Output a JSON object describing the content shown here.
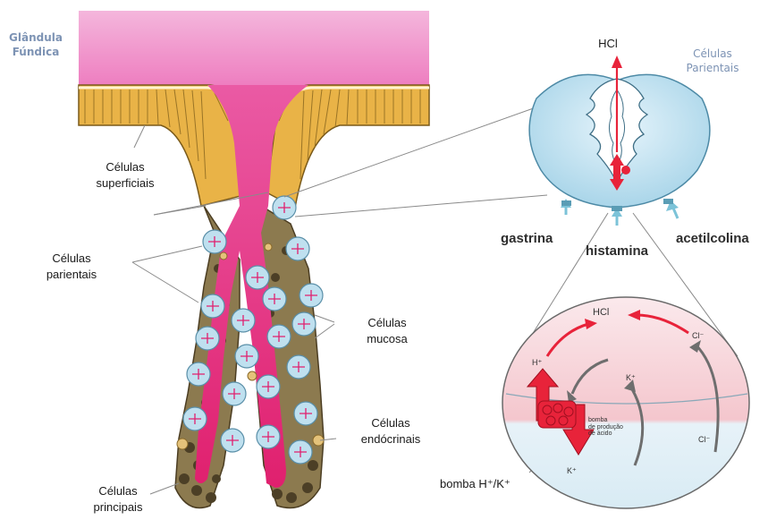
{
  "title": {
    "line1": "Glândula",
    "line2": "Fúndica"
  },
  "left_labels": {
    "superficiais": {
      "line1": "Células",
      "line2": "superficiais"
    },
    "parientais": {
      "line1": "Células",
      "line2": "parientais"
    },
    "mucosa": {
      "line1": "Células",
      "line2": "mucosa"
    },
    "endocrinais": {
      "line1": "Células",
      "line2": "endócrinais"
    },
    "principais": {
      "line1": "Células",
      "line2": "principais"
    }
  },
  "right_top": {
    "hcl": "HCl",
    "title": {
      "line1": "Células",
      "line2": "Parientais"
    },
    "stimuli": [
      "gastrina",
      "histamina",
      "acetilcolina"
    ]
  },
  "pump_detail": {
    "hcl": "HCl",
    "cl_top": "Cl⁻",
    "h_plus": "H⁺",
    "k_plus_top": "K⁺",
    "pump_caption": {
      "line1": "bomba",
      "line2": "de produção",
      "line3": "de ácido"
    },
    "cl_bottom": "Cl⁻",
    "k_plus_bottom": "K⁺",
    "pump_label": "bomba H⁺/K⁺"
  },
  "colors": {
    "lumen": "#e8307e",
    "mucus": "#f2a6d8",
    "epithelium": "#e9b347",
    "parietal": "#bfe0ef",
    "chief": "#6b5a3c",
    "acid_arrow": "#e8233a",
    "stimulus_arrow": "#7cc3d8",
    "title_text": "#7d93b4"
  }
}
